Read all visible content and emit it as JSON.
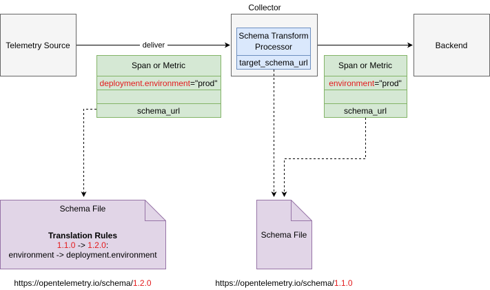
{
  "nodes": {
    "telemetry_source": {
      "label": "Telemetry Source"
    },
    "collector": {
      "label": "Collector"
    },
    "processor": {
      "label_line1": "Schema Transform",
      "label_line2": "Processor",
      "field": "target_schema_url"
    },
    "backend": {
      "label": "Backend"
    }
  },
  "edges": {
    "deliver_label": "deliver"
  },
  "span_left": {
    "title": "Span or Metric",
    "attr_key": "deployment.environment",
    "attr_value": "=\"prod\"",
    "schema_field": "schema_url"
  },
  "span_right": {
    "title": "Span or Metric",
    "attr_key": "environment",
    "attr_value": "=\"prod\"",
    "schema_field": "schema_url"
  },
  "schema_file_left": {
    "title": "Schema File",
    "rules_heading": "Translation Rules",
    "from_version": "1.1.0",
    "arrow": " -> ",
    "to_version": "1.2.0",
    "colon": ":",
    "rule": "environment -> deployment.environment"
  },
  "schema_file_right": {
    "title": "Schema File"
  },
  "urls": {
    "left_base": "https://opentelemetry.io/schema/",
    "left_version": "1.2.0",
    "right_base": "https://opentelemetry.io/schema/",
    "right_version": "1.1.0"
  },
  "colors": {
    "box_fill": "#f5f5f5",
    "box_stroke": "#666666",
    "span_fill": "#d5e8d4",
    "span_stroke": "#82b366",
    "processor_fill": "#dae8fc",
    "processor_stroke": "#6c8ebf",
    "file_fill": "#e1d5e7",
    "file_stroke": "#9673a6",
    "version_red": "#e31a1c"
  }
}
